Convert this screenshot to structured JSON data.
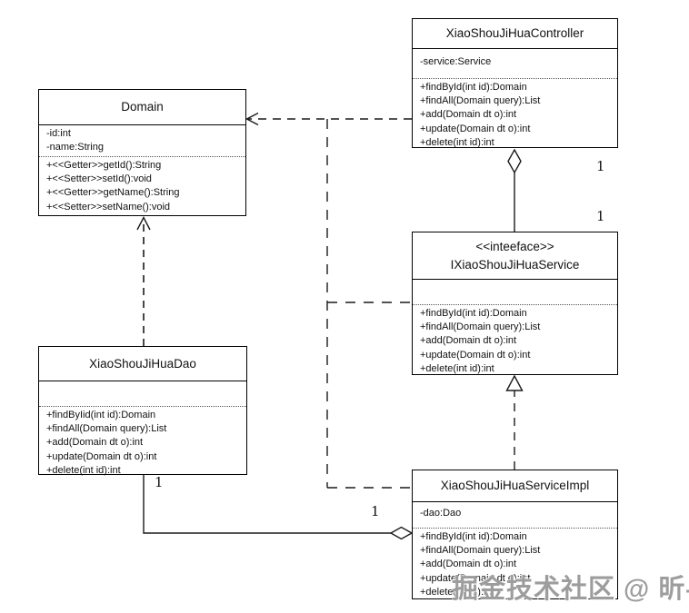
{
  "diagram": {
    "classes": [
      {
        "id": "controller",
        "stereotype": "",
        "title": "XiaoShouJiHuaController",
        "attributes": [
          "-service:Service"
        ],
        "methods": [
          "+findById(int id):Domain",
          "+findAll(Domain query):List",
          "+add(Domain dt o):int",
          "+update(Domain dt o):int",
          "+delete(int id):int"
        ]
      },
      {
        "id": "domain",
        "stereotype": "",
        "title": "Domain",
        "attributes": [
          "-id:int",
          "-name:String"
        ],
        "methods": [
          "+<<Getter>>getId():String",
          "+<<Setter>>setId():void",
          "+<<Getter>>getName():String",
          "+<<Setter>>setName():void"
        ]
      },
      {
        "id": "iservice",
        "stereotype": "<<inteeface>>",
        "title": "IXiaoShouJiHuaService",
        "attributes": [],
        "methods": [
          "+findById(int id):Domain",
          "+findAll(Domain query):List",
          "+add(Domain dt o):int",
          "+update(Domain dt o):int",
          "+delete(int id):int"
        ]
      },
      {
        "id": "dao",
        "stereotype": "",
        "title": "XiaoShouJiHuaDao",
        "attributes": [],
        "methods": [
          "+findByIid(int id):Domain",
          "+findAll(Domain query):List",
          "+add(Domain dt o):int",
          "+update(Domain dt o):int",
          "+delete(int id):int"
        ]
      },
      {
        "id": "impl",
        "stereotype": "",
        "title": "XiaoShouJiHuaServiceImpl",
        "attributes": [
          "-dao:Dao"
        ],
        "methods": [
          "+findById(int id):Domain",
          "+findAll(Domain query):List",
          "+add(Domain dt o):int",
          "+update(Domain dt o):int",
          "+delete(int id):int"
        ]
      }
    ],
    "relationships": [
      {
        "from": "XiaoShouJiHuaController",
        "to": "Domain",
        "type": "dependency (dashed, open arrow)"
      },
      {
        "from": "IXiaoShouJiHuaService",
        "to": "Domain",
        "type": "dependency (dashed, shared trunk)"
      },
      {
        "from": "XiaoShouJiHuaServiceImpl",
        "to": "Domain",
        "type": "dependency (dashed, shared trunk)"
      },
      {
        "from": "XiaoShouJiHuaController",
        "to": "IXiaoShouJiHuaService",
        "type": "aggregation (hollow diamond at controller)",
        "multiplicity_near_controller": "1",
        "multiplicity_near_interface": "1"
      },
      {
        "from": "XiaoShouJiHuaServiceImpl",
        "to": "IXiaoShouJiHuaService",
        "type": "realization (dashed, hollow triangle)"
      },
      {
        "from": "XiaoShouJiHuaDao",
        "to": "XiaoShouJiHuaServiceImpl",
        "type": "aggregation (hollow diamond at impl)",
        "multiplicity_near_dao": "1",
        "multiplicity_near_impl": "1"
      }
    ],
    "multiplicities": [
      "1",
      "1",
      "1",
      "1"
    ],
    "watermark": {
      "text": "掘金技术社区 @ 昕冉",
      "color": "#9d9d9d"
    },
    "colors": {
      "line": "#1a1a1a",
      "background": "#ffffff"
    }
  }
}
